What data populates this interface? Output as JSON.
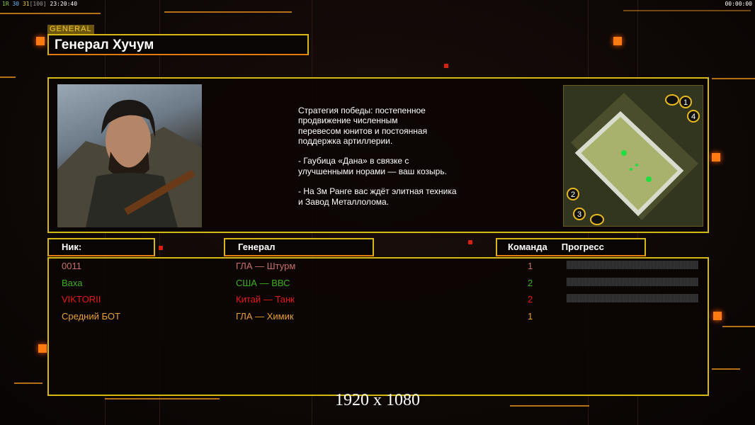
{
  "status": {
    "a": "1R",
    "b": "30",
    "c": "31",
    "d": "[100]",
    "time": "23:20:40"
  },
  "clock": "00:00:00",
  "general_tag": "GENERAL",
  "title": "Генерал Хучум",
  "description": "Стратегия победы: постепенное\nпродвижение численным\nперевесом юнитов и постоянная\nподдержка артиллерии.\n\n- Гаубица «Дана» в связке с\nулучшенными норами — ваш козырь.\n\n- На 3м Ранге вас ждёт элитная техника\nи Завод Металлолома.",
  "minimap": {
    "slots": [
      "1",
      "2",
      "3",
      "4"
    ]
  },
  "headers": {
    "nick": "Ник:",
    "general": "Генерал",
    "team": "Команда",
    "progress": "Прогресс"
  },
  "players": [
    {
      "nick": "0011",
      "general": "ГЛА — Штурм",
      "team": "1",
      "color": "#c8706a",
      "progress": 0
    },
    {
      "nick": "Ваха",
      "general": "США — ВВС",
      "team": "2",
      "color": "#3cb01c",
      "progress": 0
    },
    {
      "nick": "VIKTORII",
      "general": "Китай — Танк",
      "team": "2",
      "color": "#e81818",
      "progress": 0
    },
    {
      "nick": "Средний БОТ",
      "general": "ГЛА — Химик",
      "team": "1",
      "color": "#e8a030"
    }
  ],
  "resolution": "1920 x 1080"
}
